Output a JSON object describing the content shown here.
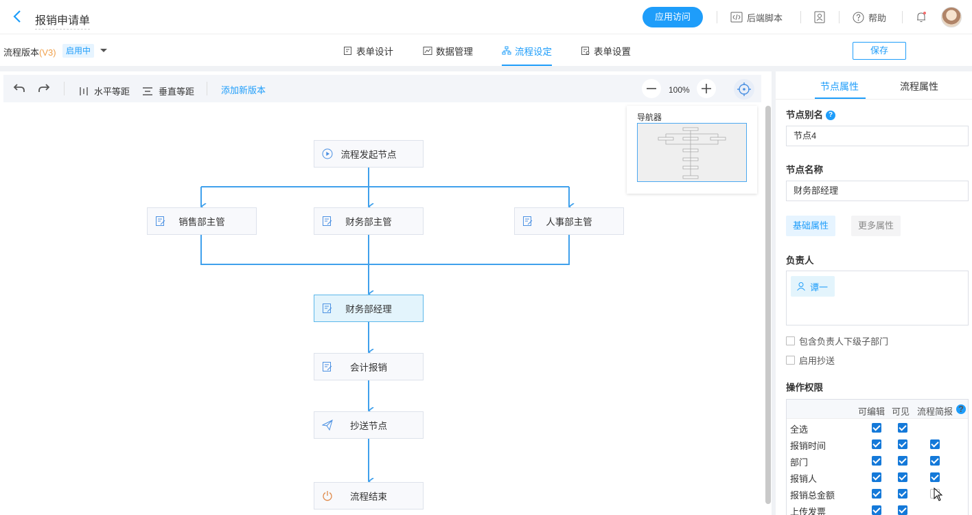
{
  "header": {
    "title": "报销申请单",
    "app_visit": "应用访问",
    "backend_script": "后端脚本",
    "help": "帮助",
    "icons": {
      "back": "back-arrow-icon",
      "script": "code-icon",
      "contacts": "contact-card-icon",
      "help": "question-icon",
      "notify": "bell-icon"
    }
  },
  "subbar": {
    "version_label": "流程版本",
    "version": "(V3)",
    "status_badge": "启用中",
    "tabs": [
      {
        "label": "表单设计",
        "icon": "form-edit-icon",
        "active": false
      },
      {
        "label": "数据管理",
        "icon": "chart-icon",
        "active": false
      },
      {
        "label": "流程设定",
        "icon": "flow-icon",
        "active": true
      },
      {
        "label": "表单设置",
        "icon": "form-settings-icon",
        "active": false
      }
    ],
    "save": "保存"
  },
  "toolbar": {
    "horizontal_spacing": "水平等距",
    "vertical_spacing": "垂直等距",
    "add_version": "添加新版本",
    "zoom": "100%"
  },
  "navigator": {
    "title": "导航器"
  },
  "flow": {
    "nodes": [
      {
        "id": "start",
        "label": "流程发起节点",
        "icon": "play-circle-icon"
      },
      {
        "id": "sales",
        "label": "销售部主管",
        "icon": "approval-icon"
      },
      {
        "id": "finance",
        "label": "财务部主管",
        "icon": "approval-icon"
      },
      {
        "id": "hr",
        "label": "人事部主管",
        "icon": "approval-icon"
      },
      {
        "id": "fin_mgr",
        "label": "财务部经理",
        "icon": "approval-icon",
        "selected": true
      },
      {
        "id": "accounting",
        "label": "会计报销",
        "icon": "approval-icon"
      },
      {
        "id": "cc",
        "label": "抄送节点",
        "icon": "send-icon"
      },
      {
        "id": "end",
        "label": "流程结束",
        "icon": "power-icon"
      }
    ],
    "edge_color": "#3fa0ec"
  },
  "panel": {
    "tabs": [
      "节点属性",
      "流程属性"
    ],
    "node_alias_label": "节点别名",
    "node_alias_value": "节点4",
    "node_name_label": "节点名称",
    "node_name_value": "财务部经理",
    "subtabs": [
      "基础属性",
      "更多属性"
    ],
    "owner_label": "负责人",
    "owner": "谭一",
    "include_sub_dept": "包含负责人下级子部门",
    "enable_cc": "启用抄送",
    "perm_label": "操作权限",
    "perm_columns": [
      "可编辑",
      "可见",
      "流程简报"
    ],
    "perm_rows": [
      {
        "name": "全选",
        "editable": true,
        "visible": true,
        "brief": null
      },
      {
        "name": "报销时间",
        "editable": true,
        "visible": true,
        "brief": true
      },
      {
        "name": "部门",
        "editable": true,
        "visible": true,
        "brief": true
      },
      {
        "name": "报销人",
        "editable": true,
        "visible": true,
        "brief": true
      },
      {
        "name": "报销总金额",
        "editable": true,
        "visible": true,
        "brief": false
      },
      {
        "name": "上传发票",
        "editable": true,
        "visible": true,
        "brief": null
      }
    ]
  },
  "colors": {
    "accent": "#1e9dfa",
    "selected_node": "#e3f4fc",
    "checkbox": "#1479d9"
  }
}
